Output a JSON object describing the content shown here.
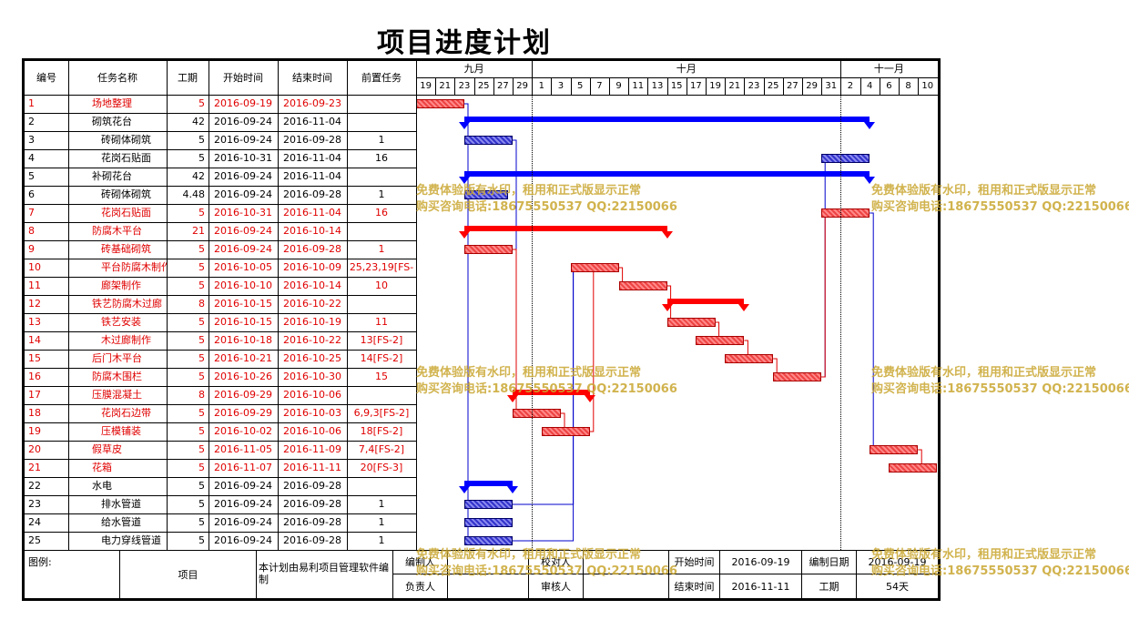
{
  "title": "项目进度计划",
  "headers": {
    "id": "编号",
    "name": "任务名称",
    "dur": "工期",
    "start": "开始时间",
    "end": "结束时间",
    "pred": "前置任务"
  },
  "months": [
    {
      "label": "九月",
      "from": 0,
      "to": 6
    },
    {
      "label": "十月",
      "from": 6,
      "to": 22
    },
    {
      "label": "十一月",
      "from": 22,
      "to": 27
    }
  ],
  "days": [
    "19",
    "21",
    "23",
    "25",
    "27",
    "29",
    "1",
    "3",
    "5",
    "7",
    "9",
    "11",
    "13",
    "15",
    "17",
    "19",
    "21",
    "23",
    "25",
    "27",
    "29",
    "31",
    "2",
    "4",
    "6",
    "8",
    "10"
  ],
  "tasks": [
    {
      "id": "1",
      "name": "场地整理",
      "indent": 1,
      "dur": "5",
      "start": "2016-09-19",
      "end": "2016-09-23",
      "pred": "",
      "red": true,
      "type": "task",
      "s": 0,
      "d": 5
    },
    {
      "id": "2",
      "name": "砌筑花台",
      "indent": 1,
      "dur": "42",
      "start": "2016-09-24",
      "end": "2016-11-04",
      "pred": "",
      "red": false,
      "type": "summary",
      "s": 5,
      "d": 42
    },
    {
      "id": "3",
      "name": "砖砌体砌筑",
      "indent": 2,
      "dur": "5",
      "start": "2016-09-24",
      "end": "2016-09-28",
      "pred": "1",
      "red": false,
      "type": "task",
      "s": 5,
      "d": 5
    },
    {
      "id": "4",
      "name": "花岗石贴面",
      "indent": 2,
      "dur": "5",
      "start": "2016-10-31",
      "end": "2016-11-04",
      "pred": "16",
      "red": false,
      "type": "task",
      "s": 42,
      "d": 5
    },
    {
      "id": "5",
      "name": "补砌花台",
      "indent": 1,
      "dur": "42",
      "start": "2016-09-24",
      "end": "2016-11-04",
      "pred": "",
      "red": false,
      "type": "summary",
      "s": 5,
      "d": 42
    },
    {
      "id": "6",
      "name": "砖砌体砌筑",
      "indent": 2,
      "dur": "4.48",
      "start": "2016-09-24",
      "end": "2016-09-28",
      "pred": "1",
      "red": false,
      "type": "task",
      "s": 5,
      "d": 4.5
    },
    {
      "id": "7",
      "name": "花岗石贴面",
      "indent": 2,
      "dur": "5",
      "start": "2016-10-31",
      "end": "2016-11-04",
      "pred": "16",
      "red": true,
      "type": "task",
      "s": 42,
      "d": 5
    },
    {
      "id": "8",
      "name": "防腐木平台",
      "indent": 1,
      "dur": "21",
      "start": "2016-09-24",
      "end": "2016-10-14",
      "pred": "",
      "red": true,
      "type": "summary",
      "s": 5,
      "d": 21
    },
    {
      "id": "9",
      "name": "砖基础砌筑",
      "indent": 2,
      "dur": "5",
      "start": "2016-09-24",
      "end": "2016-09-28",
      "pred": "1",
      "red": true,
      "type": "task",
      "s": 5,
      "d": 5
    },
    {
      "id": "10",
      "name": "平台防腐木制作",
      "indent": 2,
      "dur": "5",
      "start": "2016-10-05",
      "end": "2016-10-09",
      "pred": "25,23,19[FS-",
      "red": true,
      "type": "task",
      "s": 16,
      "d": 5
    },
    {
      "id": "11",
      "name": "廊架制作",
      "indent": 2,
      "dur": "5",
      "start": "2016-10-10",
      "end": "2016-10-14",
      "pred": "10",
      "red": true,
      "type": "task",
      "s": 21,
      "d": 5
    },
    {
      "id": "12",
      "name": "铁艺防腐木过廊",
      "indent": 1,
      "dur": "8",
      "start": "2016-10-15",
      "end": "2016-10-22",
      "pred": "",
      "red": true,
      "type": "summary",
      "s": 26,
      "d": 8
    },
    {
      "id": "13",
      "name": "铁艺安装",
      "indent": 2,
      "dur": "5",
      "start": "2016-10-15",
      "end": "2016-10-19",
      "pred": "11",
      "red": true,
      "type": "task",
      "s": 26,
      "d": 5
    },
    {
      "id": "14",
      "name": "木过廊制作",
      "indent": 2,
      "dur": "5",
      "start": "2016-10-18",
      "end": "2016-10-22",
      "pred": "13[FS-2]",
      "red": true,
      "type": "task",
      "s": 29,
      "d": 5
    },
    {
      "id": "15",
      "name": "后门木平台",
      "indent": 1,
      "dur": "5",
      "start": "2016-10-21",
      "end": "2016-10-25",
      "pred": "14[FS-2]",
      "red": true,
      "type": "task",
      "s": 32,
      "d": 5
    },
    {
      "id": "16",
      "name": "防腐木围栏",
      "indent": 1,
      "dur": "5",
      "start": "2016-10-26",
      "end": "2016-10-30",
      "pred": "15",
      "red": true,
      "type": "task",
      "s": 37,
      "d": 5
    },
    {
      "id": "17",
      "name": "压膜混凝土",
      "indent": 1,
      "dur": "8",
      "start": "2016-09-29",
      "end": "2016-10-06",
      "pred": "",
      "red": true,
      "type": "summary",
      "s": 10,
      "d": 8
    },
    {
      "id": "18",
      "name": "花岗石边带",
      "indent": 2,
      "dur": "5",
      "start": "2016-09-29",
      "end": "2016-10-03",
      "pred": "6,9,3[FS-2]",
      "red": true,
      "type": "task",
      "s": 10,
      "d": 5
    },
    {
      "id": "19",
      "name": "压模铺装",
      "indent": 2,
      "dur": "5",
      "start": "2016-10-02",
      "end": "2016-10-06",
      "pred": "18[FS-2]",
      "red": true,
      "type": "task",
      "s": 13,
      "d": 5
    },
    {
      "id": "20",
      "name": "假草皮",
      "indent": 1,
      "dur": "5",
      "start": "2016-11-05",
      "end": "2016-11-09",
      "pred": "7,4[FS-2]",
      "red": true,
      "type": "task",
      "s": 47,
      "d": 5
    },
    {
      "id": "21",
      "name": "花箱",
      "indent": 1,
      "dur": "5",
      "start": "2016-11-07",
      "end": "2016-11-11",
      "pred": "20[FS-3]",
      "red": true,
      "type": "task",
      "s": 49,
      "d": 5
    },
    {
      "id": "22",
      "name": "水电",
      "indent": 1,
      "dur": "5",
      "start": "2016-09-24",
      "end": "2016-09-28",
      "pred": "",
      "red": false,
      "type": "summary",
      "s": 5,
      "d": 5
    },
    {
      "id": "23",
      "name": "排水管道",
      "indent": 2,
      "dur": "5",
      "start": "2016-09-24",
      "end": "2016-09-28",
      "pred": "1",
      "red": false,
      "type": "task",
      "s": 5,
      "d": 5
    },
    {
      "id": "24",
      "name": "给水管道",
      "indent": 2,
      "dur": "5",
      "start": "2016-09-24",
      "end": "2016-09-28",
      "pred": "1",
      "red": false,
      "type": "task",
      "s": 5,
      "d": 5
    },
    {
      "id": "25",
      "name": "电力穿线管道",
      "indent": 2,
      "dur": "5",
      "start": "2016-09-24",
      "end": "2016-09-28",
      "pred": "1",
      "red": false,
      "type": "task",
      "s": 5,
      "d": 5
    }
  ],
  "footer": {
    "legend_label": "图例:",
    "legend_item": "项目",
    "note": "本计划由易利项目管理软件编制",
    "compiler_label": "编制人",
    "checker_label": "校对人",
    "start_label": "开始时间",
    "start_value": "2016-09-19",
    "date_label": "编制日期",
    "date_value": "2016-09-19",
    "owner_label": "负责人",
    "reviewer_label": "审核人",
    "end_label": "结束时间",
    "end_value": "2016-11-11",
    "duration_label": "工期",
    "duration_value": "54天"
  },
  "watermark": {
    "line1": "免费体验版有水印，租用和正式版显示正常",
    "line2": "购买咨询电话:18675550537 QQ:22150066"
  },
  "colors": {
    "critical": "#e00000",
    "normal": "#0000ff",
    "watermark": "#c9a630"
  }
}
